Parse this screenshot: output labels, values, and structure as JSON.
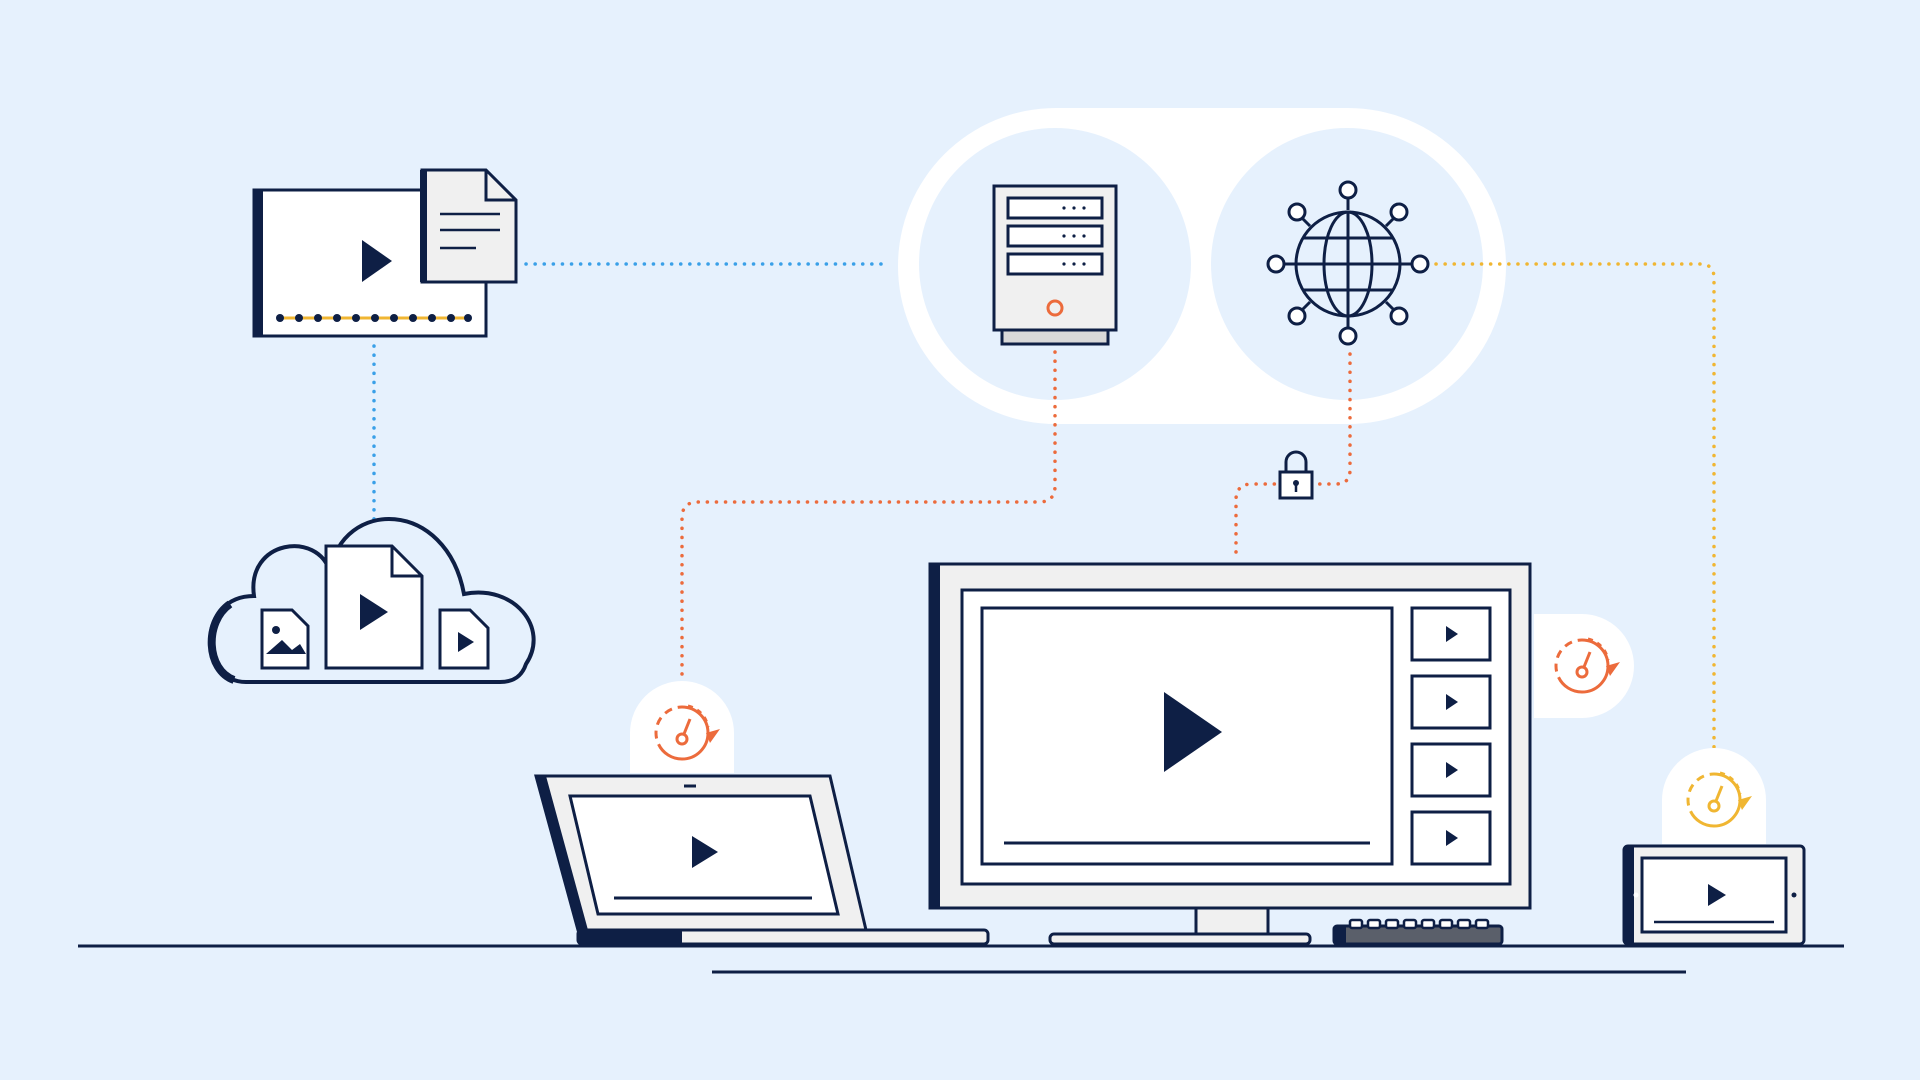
{
  "colors": {
    "background": "#e6f1fd",
    "navy": "#0e1f45",
    "white": "#ffffff",
    "panel": "#f0f0f0",
    "grey": "#d9d9d9",
    "dark_grey": "#5a5f6a",
    "blue_link": "#3aa0e8",
    "orange_link": "#ec6b3c",
    "yellow_link": "#f0b632",
    "hub_fill": "#ffffff",
    "hub_inner": "#e6f1fd"
  },
  "icons": {
    "video_document": "video-document-icon",
    "cloud_storage": "cloud-storage-icon",
    "server": "server-icon",
    "globe_network": "globe-network-icon",
    "lock": "lock-icon",
    "speed_gauge": "speed-gauge-icon",
    "play": "play-icon"
  },
  "nodes": [
    {
      "id": "source-video",
      "icon": "video-document-icon"
    },
    {
      "id": "cloud-storage",
      "icon": "cloud-storage-icon"
    },
    {
      "id": "origin-server",
      "icon": "server-icon"
    },
    {
      "id": "cdn-network",
      "icon": "globe-network-icon"
    },
    {
      "id": "laptop",
      "icon": "play-icon"
    },
    {
      "id": "desktop-monitor",
      "icon": "play-icon"
    },
    {
      "id": "tablet",
      "icon": "play-icon"
    }
  ],
  "connections": [
    {
      "from": "source-video",
      "to": "origin-server",
      "color": "blue_link"
    },
    {
      "from": "source-video",
      "to": "cloud-storage",
      "color": "blue_link"
    },
    {
      "from": "origin-server",
      "to": "laptop",
      "color": "orange_link"
    },
    {
      "from": "cdn-network",
      "to": "desktop-monitor",
      "color": "orange_link",
      "secured": true
    },
    {
      "from": "cdn-network",
      "to": "tablet",
      "color": "yellow_link"
    }
  ]
}
